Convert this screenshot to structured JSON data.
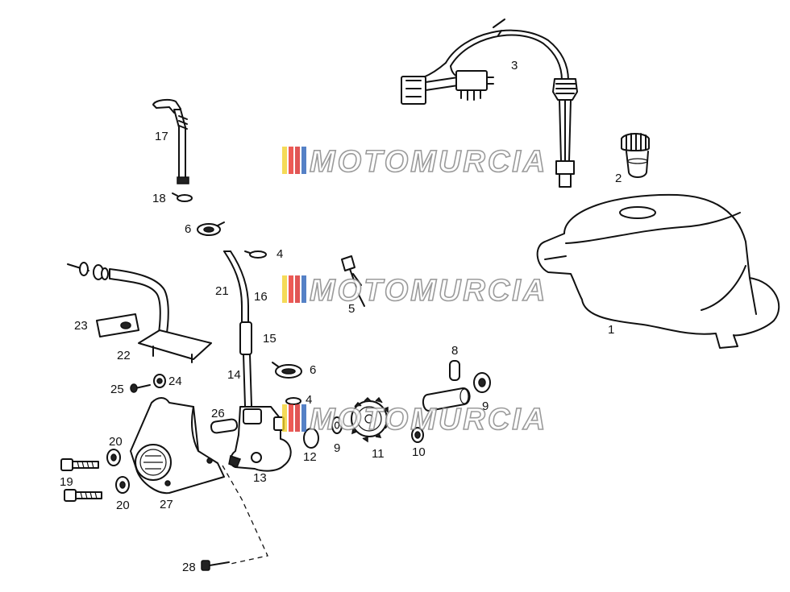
{
  "callouts": {
    "c1": "1",
    "c2": "2",
    "c3": "3",
    "c4a": "4",
    "c4b": "4",
    "c5": "5",
    "c6a": "6",
    "c6b": "6",
    "c8": "8",
    "c9": "9",
    "c9b": "9",
    "c10": "10",
    "c11": "11",
    "c12": "12",
    "c13": "13",
    "c14": "14",
    "c15": "15",
    "c16": "16",
    "c17": "17",
    "c18": "18",
    "c19": "19",
    "c20a": "20",
    "c20b": "20",
    "c21": "21",
    "c22": "22",
    "c23": "23",
    "c24": "24",
    "c25": "25",
    "c26": "26",
    "c27": "27",
    "c28": "28"
  },
  "watermark": {
    "text": "MOTOMURCIA",
    "colors": [
      "#f2d22e",
      "#e8312b",
      "#d82b2b",
      "#2b62b8",
      "#b0b0b0"
    ]
  }
}
